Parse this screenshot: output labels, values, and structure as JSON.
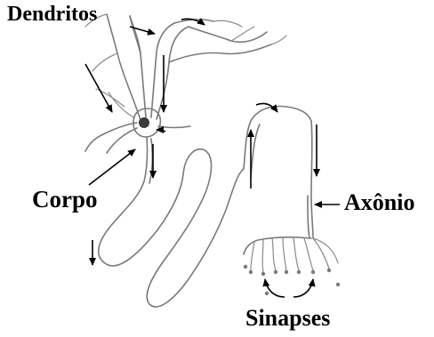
{
  "labels": {
    "dendritos": "Dendritos",
    "corpo": "Corpo",
    "axonio": "Axônio",
    "sinapses": "Sinapses"
  },
  "colors": {
    "ink": "#000000",
    "neurite": "#7a7a7a",
    "nucleus": "#3a3a3a",
    "background": "#ffffff"
  }
}
